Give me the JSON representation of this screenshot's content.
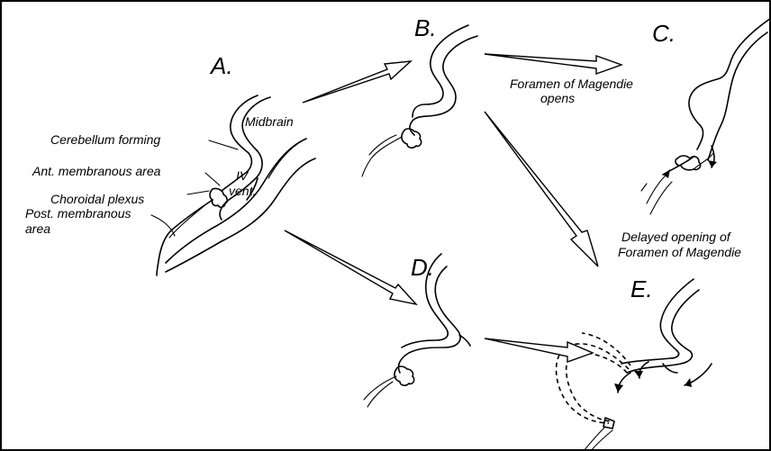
{
  "panels": {
    "a": "A.",
    "b": "B.",
    "c": "C.",
    "d": "D.",
    "e": "E."
  },
  "labels": {
    "cerebellum": "Cerebellum forming",
    "midbrain": "Midbrain",
    "ant_membranous": "Ant. membranous area",
    "ventricle_line1": "IV",
    "ventricle_line2": "vent.",
    "choroidal": "Choroidal plexus",
    "post_membranous_line1": "Post. membranous",
    "post_membranous_line2": "area",
    "magendie_opens_line1": "Foramen of Magendie",
    "magendie_opens_line2": "opens",
    "delayed_line1": "Delayed opening of",
    "delayed_line2": "Foramen of Magendie"
  },
  "icons": {
    "arrow": "hollow-arrow-icon",
    "flow": "csf-flow-arrow-icon"
  }
}
